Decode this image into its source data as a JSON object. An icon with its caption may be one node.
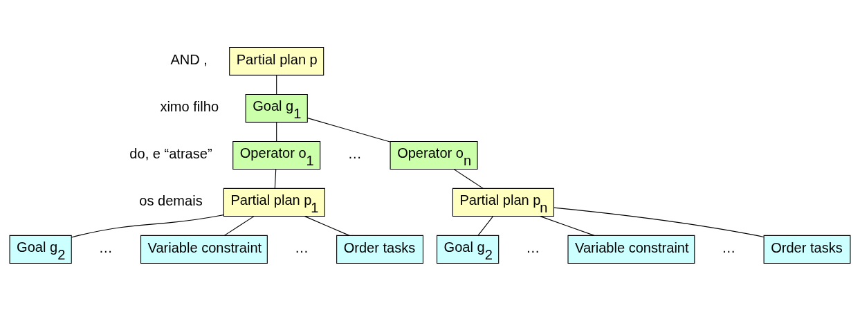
{
  "diagram": {
    "nodes": [
      {
        "text": [
          "Partial plan p"
        ]
      },
      {
        "text": [
          "Goal g$_{1}$"
        ]
      },
      {
        "text": [
          "Operator o$_{1}$"
        ]
      },
      {
        "text": [
          "Operator o$_{n}$"
        ]
      },
      {
        "text": [
          "Partial plan p$_{1}$"
        ]
      },
      {
        "text": [
          "Partial plan p$_{n}$"
        ]
      },
      {
        "text": [
          "Goal g$_{2}$"
        ]
      },
      {
        "text": [
          "Variable constraint"
        ]
      },
      {
        "text": [
          "Order tasks"
        ]
      },
      {
        "text": [
          "Goal g$_{2}$"
        ]
      },
      {
        "text": [
          "Variable constraint"
        ]
      },
      {
        "text": [
          "Order tasks"
        ]
      }
    ],
    "edges": [
      {
        "from": 0,
        "to": 1,
        "arrow": "none"
      },
      {
        "from": 1,
        "to": 2,
        "arrow": "none"
      },
      {
        "from": 1,
        "to": 3,
        "arrow": "none"
      },
      {
        "from": 2,
        "to": 4,
        "arrow": "none"
      },
      {
        "from": 3,
        "to": 5,
        "arrow": "none"
      },
      {
        "from": 4,
        "to": 6,
        "arrow": "none"
      },
      {
        "from": 4,
        "to": 7,
        "arrow": "none"
      },
      {
        "from": 4,
        "to": 8,
        "arrow": "none"
      },
      {
        "from": 5,
        "to": 9,
        "arrow": "none"
      },
      {
        "from": 5,
        "to": 10,
        "arrow": "none"
      },
      {
        "from": 5,
        "to": 11,
        "arrow": "none"
      }
    ],
    "labels": [
      "AND ,",
      "ximo filho",
      "do, e “atrase”",
      "os demais",
      "…",
      "…",
      "…",
      "…",
      "…"
    ]
  }
}
